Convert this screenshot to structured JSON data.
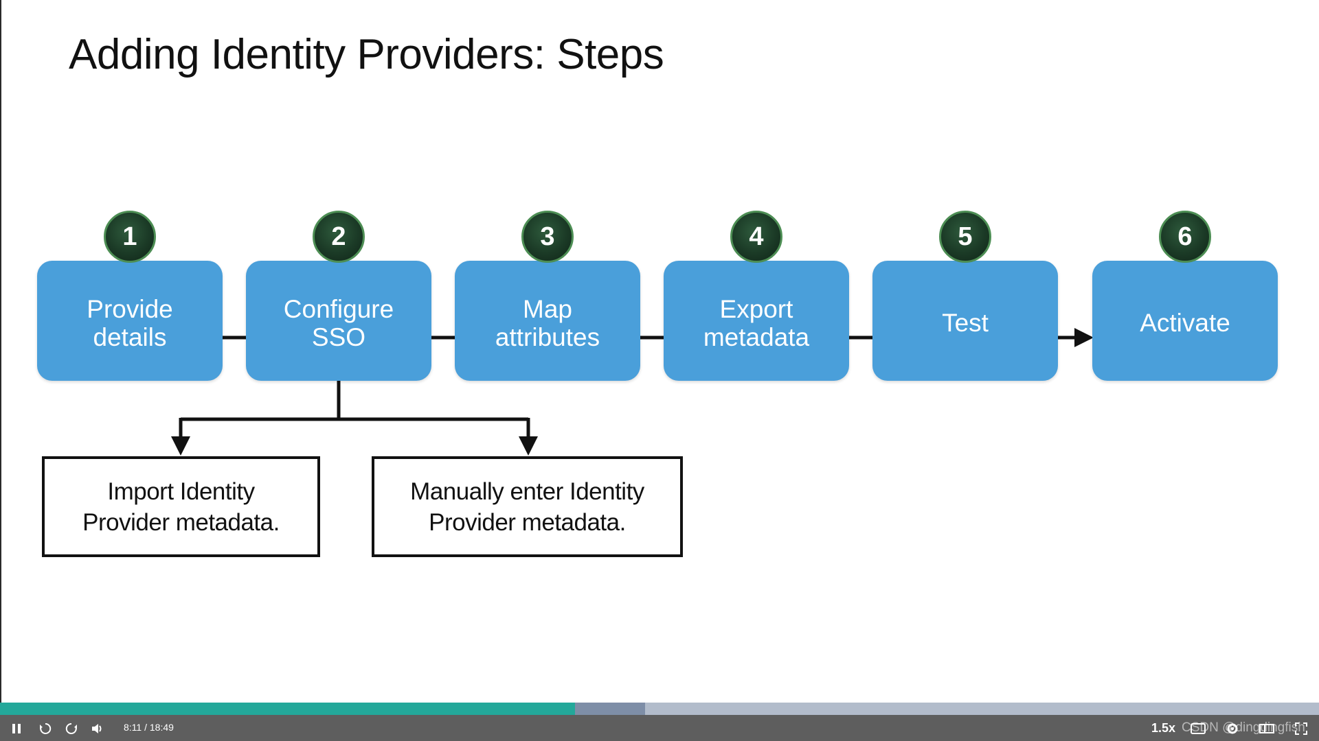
{
  "slide": {
    "title": "Adding Identity Providers: Steps",
    "steps": [
      {
        "number": "1",
        "label": "Provide\ndetails"
      },
      {
        "number": "2",
        "label": "Configure\nSSO"
      },
      {
        "number": "3",
        "label": "Map\nattributes"
      },
      {
        "number": "4",
        "label": "Export\nmetadata"
      },
      {
        "number": "5",
        "label": "Test"
      },
      {
        "number": "6",
        "label": "Activate"
      }
    ],
    "sub_options": [
      {
        "label": "Import Identity\nProvider metadata."
      },
      {
        "label": "Manually enter Identity\nProvider metadata."
      }
    ]
  },
  "player": {
    "time": "8:11 / 18:49",
    "speed": "1.5x",
    "watermark": "CSDN @dingdingfish",
    "played_fraction": 0.436,
    "buffered_fraction": 0.489,
    "icons": [
      "pause-icon",
      "rewind-icon",
      "forward-icon",
      "volume-icon",
      "captions-icon",
      "settings-icon",
      "theater-icon",
      "fullscreen-icon"
    ]
  },
  "colors": {
    "step_box": "#4a9fda",
    "step_number": "#1b3a26",
    "progress_played": "#23a89a",
    "progress_buffer": "#7e8ea7",
    "progress_track": "#b2bccb",
    "control_bar": "#5e5e5e"
  }
}
